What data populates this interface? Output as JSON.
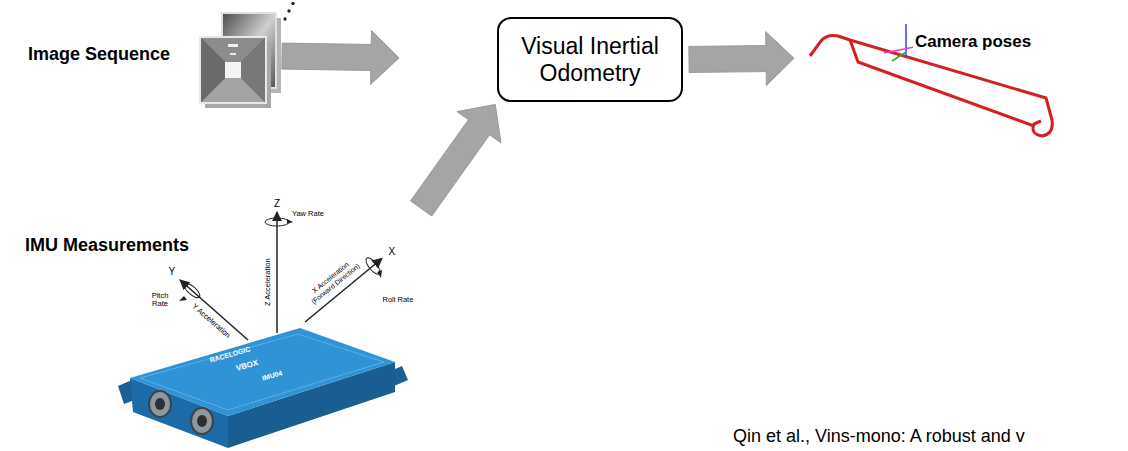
{
  "diagram": {
    "nodes": [
      {
        "text": [
          "Image Sequence"
        ]
      },
      {
        "text": [
          "Visual Inertial Odometry"
        ]
      },
      {
        "text": [
          "Camera poses"
        ]
      },
      {
        "text": [
          "IMU Measurements"
        ]
      }
    ],
    "edges": [
      {
        "from": 0,
        "to": 1,
        "arrow": "to"
      },
      {
        "from": 3,
        "to": 1,
        "arrow": "to"
      },
      {
        "from": 1,
        "to": 2,
        "arrow": "to"
      }
    ],
    "labels": [
      "Z",
      "Yaw Rate",
      "Z Acceleration",
      "X",
      "X Acceleration (Forward Direction)",
      "Roll Rate",
      "Y",
      "Pitch Rate",
      "Y Acceleration",
      "RACELOGIC",
      "VBOX",
      "IMU04",
      "Qin et al., Vins-mono: A robust and v"
    ]
  }
}
